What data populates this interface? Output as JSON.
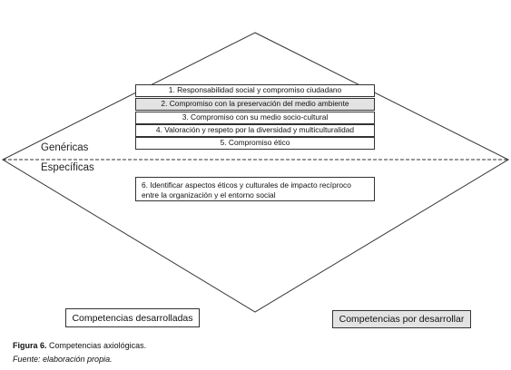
{
  "labels": {
    "genericas": "Genéricas",
    "especificas": "Específicas"
  },
  "generic_competencies": [
    {
      "text": "1. Responsabilidad social y compromiso ciudadano",
      "status": "desarrollada"
    },
    {
      "text": "2. Compromiso con la preservación del medio ambiente",
      "status": "por desarrollar"
    },
    {
      "text": "3. Compromiso con su medio socio-cultural",
      "status": "desarrollada"
    },
    {
      "text": "4. Valoración y respeto por la diversidad y multiculturalidad",
      "status": "desarrollada"
    },
    {
      "text": "5. Compromiso ético",
      "status": "desarrollada"
    }
  ],
  "specific_competencies": [
    {
      "text": "6. Identificar aspectos éticos y culturales de impacto recíproco entre la organización y el entorno social",
      "status": "desarrollada"
    }
  ],
  "legend": {
    "developed": "Competencias desarrolladas",
    "to_develop": "Competencias  por desarrollar"
  },
  "colors": {
    "to_develop_fill": "#e3e3e3",
    "developed_fill": "#ffffff",
    "line": "#333333"
  },
  "caption": {
    "figure_label": "Figura 6.",
    "figure_title": "Competencias axiológicas.",
    "source": "Fuente: elaboración propia."
  }
}
